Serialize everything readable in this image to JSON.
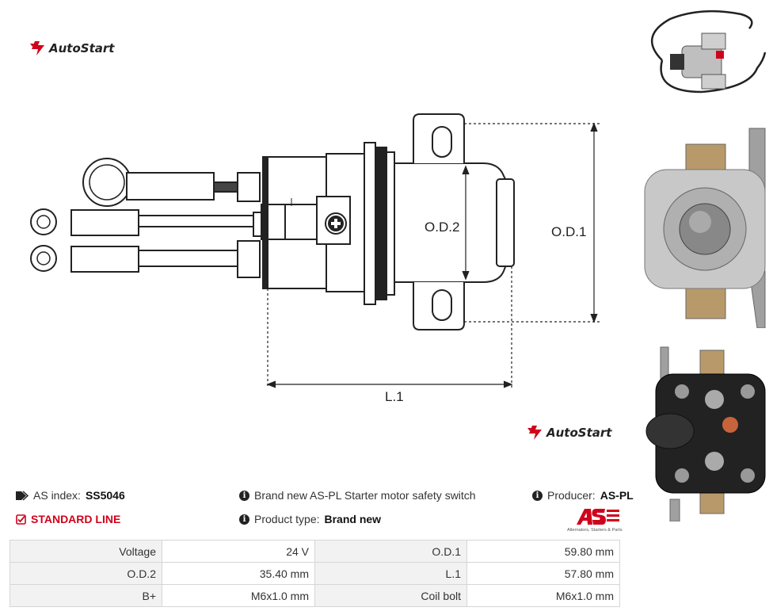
{
  "brand": {
    "name": "AutoStart"
  },
  "drawing": {
    "labels": {
      "od2": "O.D.2",
      "od1": "O.D.1",
      "l1": "L.1"
    }
  },
  "product": {
    "index_label": "AS index:",
    "index_value": "SS5046",
    "line": "STANDARD LINE",
    "description": "Brand new AS-PL Starter motor safety switch",
    "type_label": "Product type:",
    "type_value": "Brand new",
    "producer_label": "Producer:",
    "producer_value": "AS-PL",
    "producer_logo_tagline": "Alternators, Starters & Parts"
  },
  "specs": [
    {
      "label": "Voltage",
      "value": "24 V",
      "label2": "O.D.1",
      "value2": "59.80 mm"
    },
    {
      "label": "O.D.2",
      "value": "35.40 mm",
      "label2": "L.1",
      "value2": "57.80 mm"
    },
    {
      "label": "B+",
      "value": "M6x1.0 mm",
      "label2": "Coil bolt",
      "value2": "M6x1.0 mm"
    }
  ],
  "icons": [
    "autostart-logo-icon",
    "tag-icon",
    "check-square-icon",
    "info-icon",
    "as-pl-logo"
  ]
}
